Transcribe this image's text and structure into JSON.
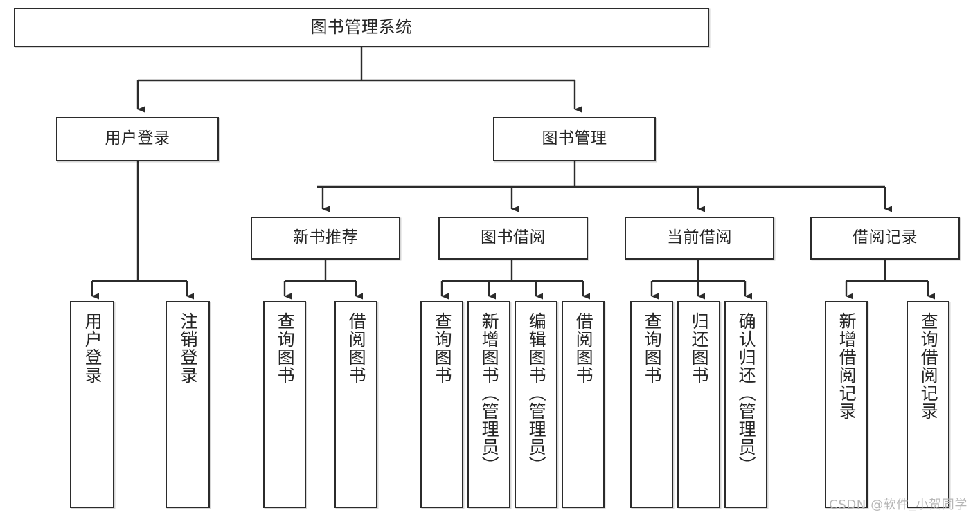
{
  "diagram": {
    "title_node": {
      "label": "图书管理系统"
    },
    "level2": [
      {
        "id": "user-login",
        "label": "用户登录"
      },
      {
        "id": "book-management",
        "label": "图书管理"
      }
    ],
    "level3": [
      {
        "id": "new-book-recommend",
        "label": "新书推荐"
      },
      {
        "id": "book-borrow",
        "label": "图书借阅"
      },
      {
        "id": "current-borrow",
        "label": "当前借阅"
      },
      {
        "id": "borrow-record",
        "label": "借阅记录"
      }
    ],
    "leaves": {
      "user_login": [
        {
          "id": "leaf-user-login",
          "label": "用户登录"
        },
        {
          "id": "leaf-logout-login",
          "label": "注销登录"
        }
      ],
      "new_book_recommend": [
        {
          "id": "leaf-query-book-1",
          "label": "查询图书"
        },
        {
          "id": "leaf-borrow-book-1",
          "label": "借阅图书"
        }
      ],
      "book_borrow": [
        {
          "id": "leaf-query-book-2",
          "label": "查询图书"
        },
        {
          "id": "leaf-add-book",
          "label": "新增图书（管理员）"
        },
        {
          "id": "leaf-edit-book",
          "label": "编辑图书（管理员）"
        },
        {
          "id": "leaf-borrow-book-2",
          "label": "借阅图书"
        }
      ],
      "current_borrow": [
        {
          "id": "leaf-query-book-3",
          "label": "查询图书"
        },
        {
          "id": "leaf-return-book",
          "label": "归还图书"
        },
        {
          "id": "leaf-confirm-return",
          "label": "确认归还（管理员）"
        }
      ],
      "borrow_record": [
        {
          "id": "leaf-add-record",
          "label": "新增借阅记录"
        },
        {
          "id": "leaf-query-record",
          "label": "查询借阅记录"
        }
      ]
    }
  },
  "watermark": {
    "text": "CSDN @软件_小贺同学"
  },
  "colors": {
    "border": "#2b2b2b",
    "background": "#ffffff",
    "text": "#262626",
    "watermark": "#b6b6b6"
  }
}
